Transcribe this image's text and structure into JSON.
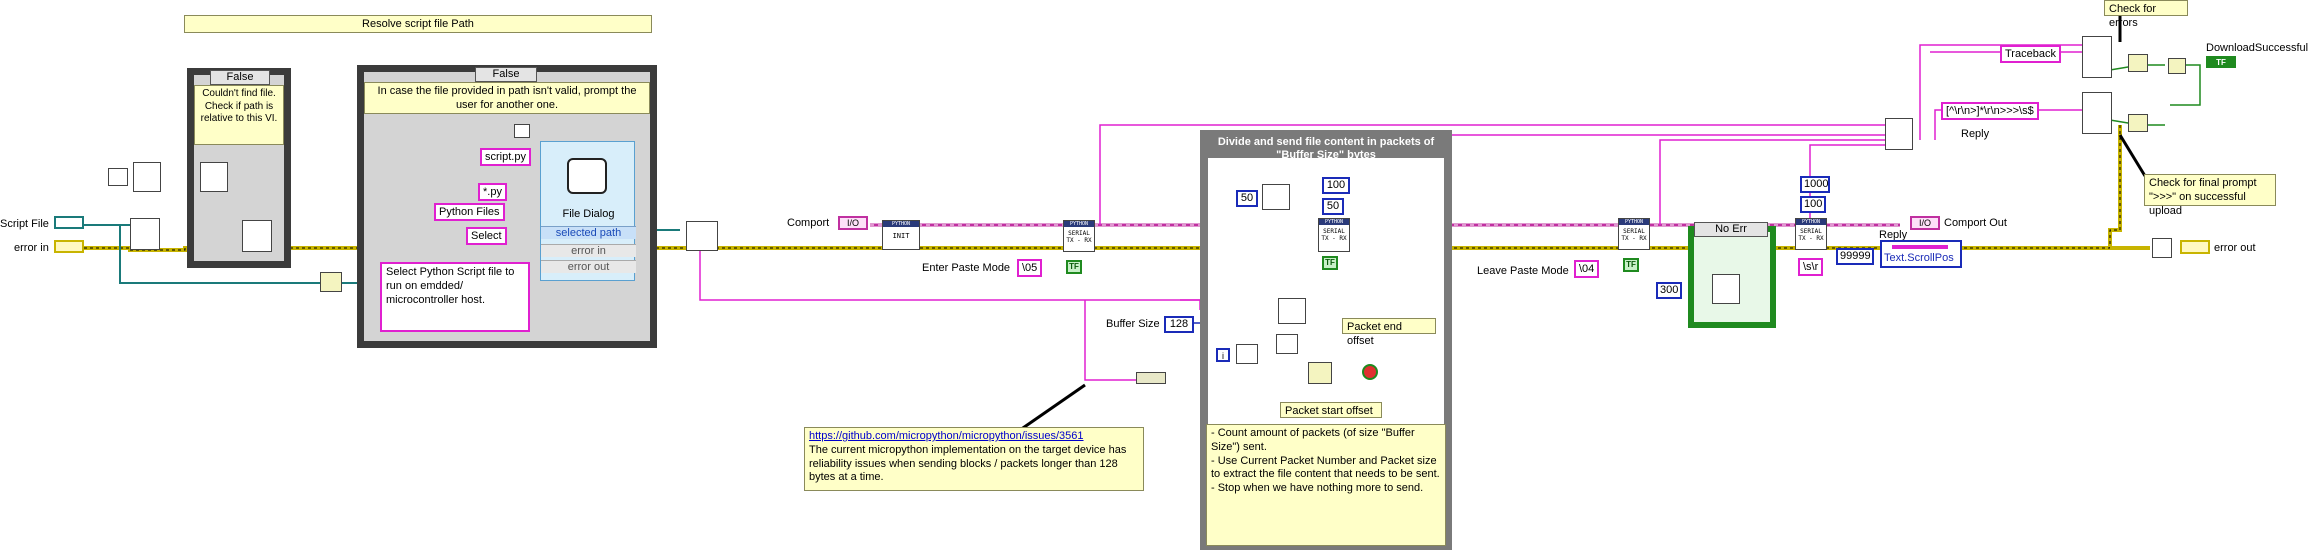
{
  "labels": {
    "resolve_path": "Resolve script file Path",
    "cant_find_case": "False",
    "cant_find_note": "Couldn't find file. Check if path is relative to this VI.",
    "in_case_case": "False",
    "in_case_note": "In case the file provided in path isn't valid, prompt the user for another one.",
    "script_file": "Script File",
    "error_in": "error in",
    "script_py": "script.py",
    "star_py": "*.py",
    "python_files": "Python Files",
    "select": "Select",
    "file_dialog_title": "File Dialog",
    "fd_selected_path": "selected path",
    "fd_error_in": "error in",
    "fd_error_out": "error out",
    "select_note": "Select Python Script file to run on emdded/ microcontroller host.",
    "comport": "Comport",
    "comport_tag": "I/O",
    "enter_paste_mode": "Enter Paste Mode",
    "enter_paste_val": "\\05",
    "bool_true": "TF",
    "divide_title": "Divide and send file content in packets of \"Buffer Size\" bytes",
    "const_50a": "50",
    "const_100a": "100",
    "const_50b": "50",
    "buffer_size": "Buffer Size",
    "buffer_size_val": "128",
    "packet_end": "Packet end offset",
    "packet_start": "Packet start offset",
    "github_url": "https://github.com/micropython/micropython/issues/3561",
    "github_note": "The current micropython implementation on the target device has reliability issues when sending blocks / packets longer than 128 bytes at a time.",
    "count_note_1": "- Count amount of packets (of size \"Buffer Size\") sent.",
    "count_note_2": "- Use Current Packet Number and Packet size to extract the file content that needs to be sent.",
    "count_note_3": "- Stop when we have nothing more to send.",
    "leave_paste_mode": "Leave Paste Mode",
    "leave_paste_val": "\\04",
    "no_err": "No Err",
    "const_300": "300",
    "const_1000": "1000",
    "const_100b": "100",
    "cr_val": "\\s\\r",
    "const_99999": "99999",
    "reply1": "Reply",
    "reply2": "Reply",
    "text_scrollpos": "Text.ScrollPos",
    "comport_out": "Comport Out",
    "traceback": "Traceback",
    "regex": "[^\\r\\n>]*\\r\\n>>>\\s$",
    "check_errors": "Check for errors",
    "download_success": "DownloadSuccessful",
    "check_prompt": "Check for final prompt \">>>\" on successful upload",
    "error_out": "error out",
    "python_tag": "PYTHON",
    "serial_txrx": "SERIAL TX - RX",
    "init": "INIT"
  },
  "colors": {
    "string_wire": "#e020d0",
    "number_wire": "#1a2bb8",
    "error_wire": "#c8b400",
    "refnum_wire": "#1a7a7a",
    "bool_wire": "#1f8a1f",
    "note_bg": "#ffffc8"
  },
  "icons": [
    "file-dialog-icon",
    "wait-icon",
    "serial-vi-icon",
    "compare-icon",
    "boolean-indicator-icon"
  ]
}
